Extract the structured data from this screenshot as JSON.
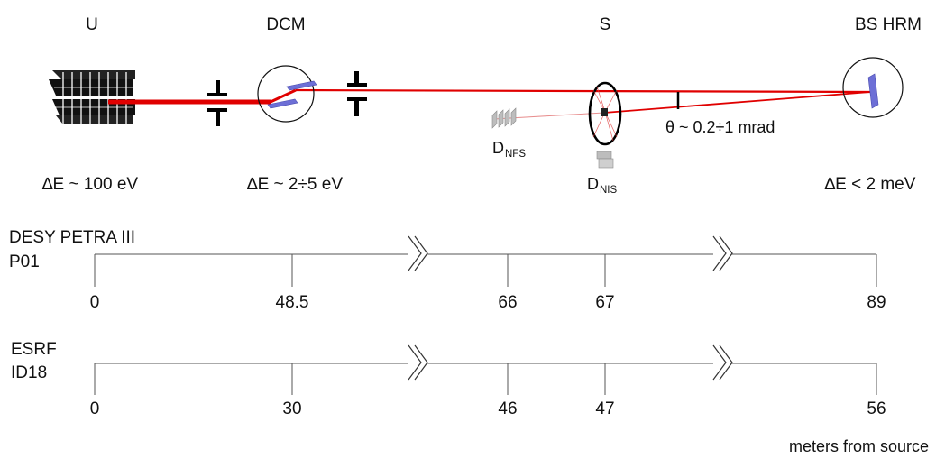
{
  "components": {
    "undulator": "U",
    "dcm": "DCM",
    "sample": "S",
    "hrm": "BS HRM"
  },
  "bandwidths": {
    "undulator": "∆E ~ 100 eV",
    "dcm": "∆E ~ 2÷5 eV",
    "hrm": "∆E < 2 meV"
  },
  "angle_label": "θ ~ 0.2÷1 mrad",
  "detectors": {
    "nfs_main": "D",
    "nfs_sub": "NFS",
    "nis_main": "D",
    "nis_sub": "NIS"
  },
  "timelines": [
    {
      "facility": "DESY PETRA III",
      "beamline": "P01",
      "ticks": [
        "0",
        "48.5",
        "66",
        "67",
        "89"
      ]
    },
    {
      "facility": "ESRF",
      "beamline": "ID18",
      "ticks": [
        "0",
        "30",
        "46",
        "47",
        "56"
      ]
    }
  ],
  "axis_unit": "meters from source",
  "colors": {
    "beam": "#e00000",
    "optics": "#6d6fd6",
    "line": "#555555"
  }
}
